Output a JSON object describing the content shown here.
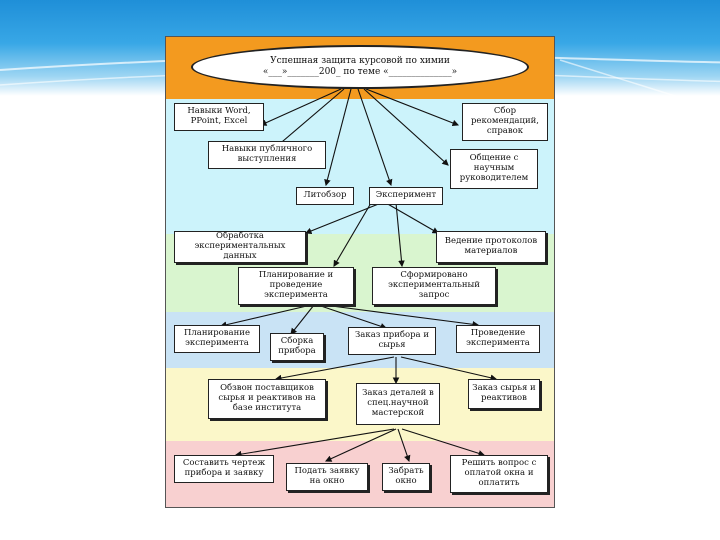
{
  "root": {
    "line1": "Успешная защита курсовой по химии",
    "line2": "«___»_______200_ по теме «______________»"
  },
  "nodes": [
    "Навыки Word, PPoint, Excel",
    "Сбор рекомендаций, справок",
    "Навыки публичного выступления",
    "Общение с научным руководителем",
    "Литобзор",
    "Эксперимент",
    "Обработка экспериментальных данных",
    "Ведение протоколов материалов",
    "Планирование и проведение эксперимента",
    "Сформировано экспериментальный запрос",
    "Планирование эксперимента",
    "Сборка прибора",
    "Заказ прибора и сырья",
    "Проведение эксперимента",
    "Обзвон поставщиков сырья и реактивов на базе института",
    "Заказ деталей в спец.научной мастерской",
    "Заказ сырья и реактивов",
    "Составить чертеж прибора и заявку",
    "Подать заявку на окно",
    "Забрать окно",
    "Решить вопрос с оплатой окна и оплатить"
  ],
  "colors": {
    "header": "#f39a1f",
    "band_cyan": "#ccf3fb",
    "band_green": "#d9f5cf",
    "band_blue": "#c9e3f5",
    "band_yellow": "#fbf7c9",
    "band_pink": "#f8d0d0"
  }
}
